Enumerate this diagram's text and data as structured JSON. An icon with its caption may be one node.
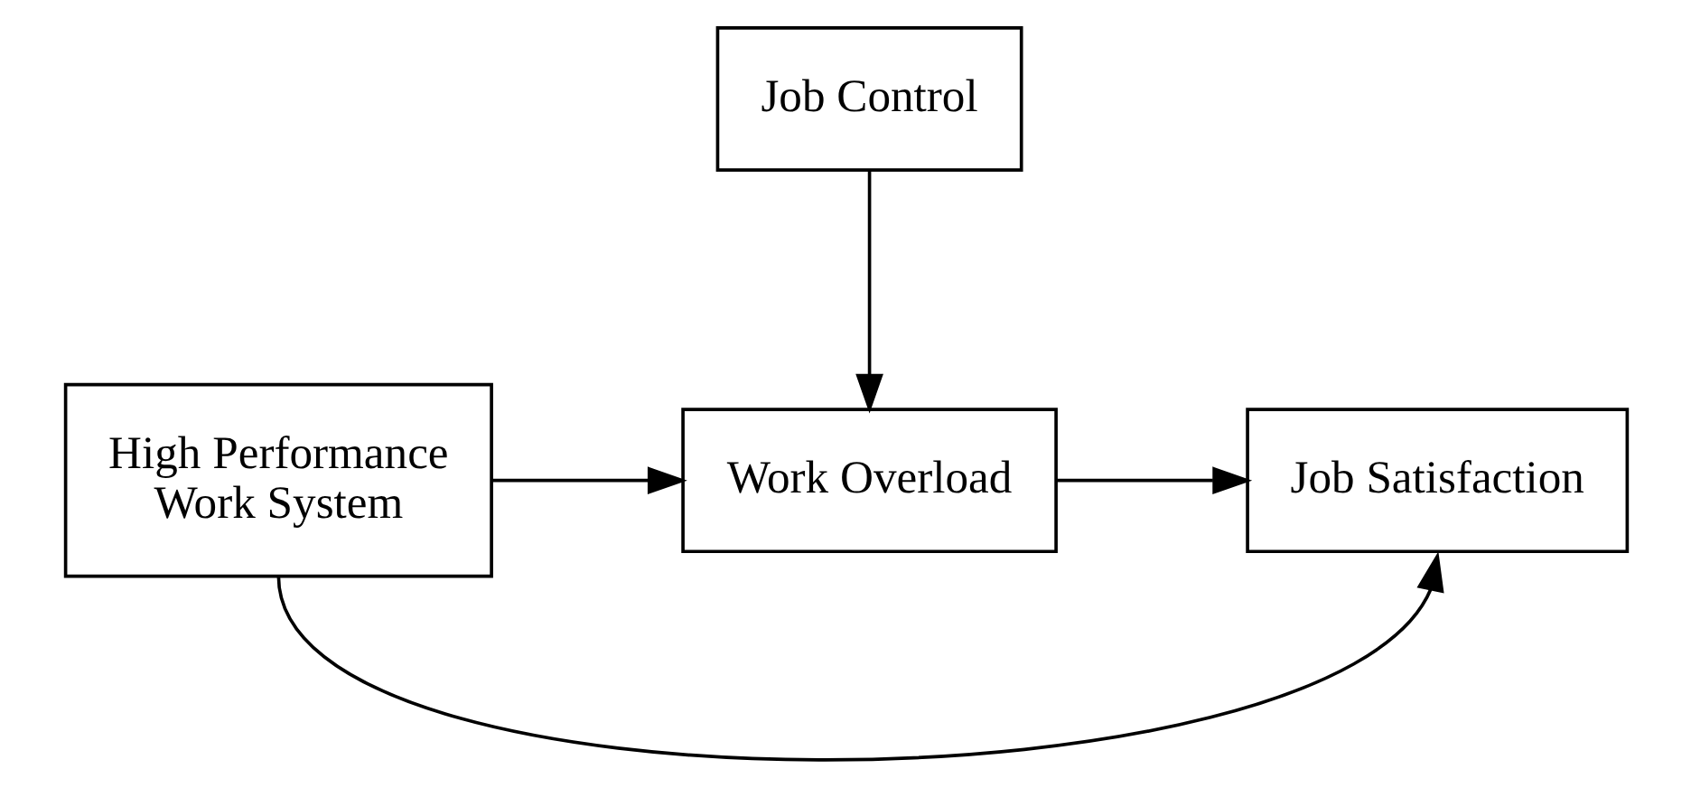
{
  "diagram": {
    "nodes": [
      {
        "text": [
          "Job Control"
        ]
      },
      {
        "text": [
          "High Performance Work System"
        ]
      },
      {
        "text": [
          "Work Overload"
        ]
      },
      {
        "text": [
          "Job Satisfaction"
        ]
      }
    ],
    "edges": [
      {
        "from": 0,
        "to": 2,
        "arrow": "to"
      },
      {
        "from": 1,
        "to": 2,
        "arrow": "to"
      },
      {
        "from": 2,
        "to": 3,
        "arrow": "to"
      },
      {
        "from": 1,
        "to": 3,
        "arrow": "to"
      }
    ]
  }
}
